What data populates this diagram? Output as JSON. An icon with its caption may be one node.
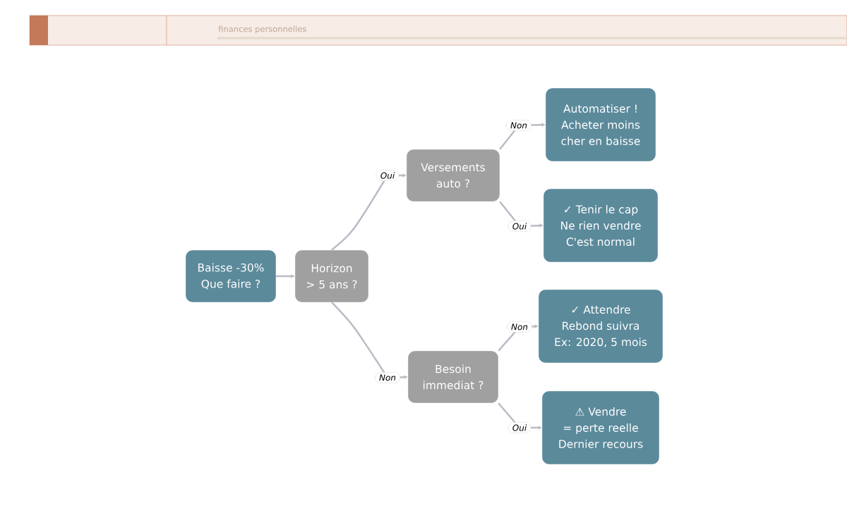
{
  "diagram": {
    "nodes": [
      {
        "text": [
          "Baisse -30%",
          "Que faire ?"
        ]
      },
      {
        "text": [
          "Horizon",
          "> 5 ans ?"
        ]
      },
      {
        "text": [
          "Versements",
          "auto ?"
        ]
      },
      {
        "text": [
          "Besoin",
          "immediat ?"
        ]
      },
      {
        "text": [
          "Automatiser !",
          "Acheter moins",
          "cher en baisse"
        ]
      },
      {
        "text": [
          "✓ Tenir le cap",
          "Ne rien vendre",
          "C'est normal"
        ]
      },
      {
        "text": [
          "✓ Attendre",
          "Rebond suivra",
          "Ex: 2020, 5 mois"
        ]
      },
      {
        "text": [
          "⚠ Vendre",
          "= perte reelle",
          "Dernier recours"
        ]
      }
    ],
    "edges": [
      {
        "from": 0,
        "to": 1,
        "arrow": "to"
      },
      {
        "from": 1,
        "to": 2,
        "arrow": "to",
        "label": "Oui"
      },
      {
        "from": 1,
        "to": 3,
        "arrow": "to",
        "label": "Non"
      },
      {
        "from": 2,
        "to": 4,
        "arrow": "to",
        "label": "Non"
      },
      {
        "from": 2,
        "to": 5,
        "arrow": "to",
        "label": "Oui"
      },
      {
        "from": 3,
        "to": 6,
        "arrow": "to",
        "label": "Non"
      },
      {
        "from": 3,
        "to": 7,
        "arrow": "to",
        "label": "Oui"
      }
    ],
    "labels": [
      "finances personnelles"
    ]
  }
}
